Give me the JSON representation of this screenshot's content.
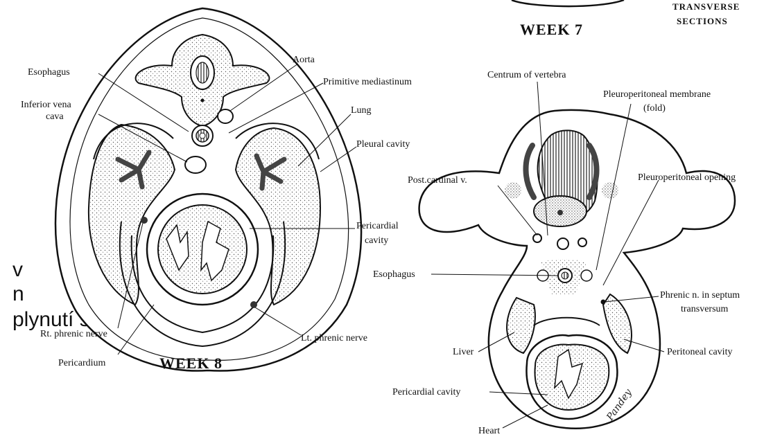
{
  "fragments": {
    "line1": "v",
    "line2": "n",
    "line3": "plynutí s"
  },
  "week7": {
    "title": "WEEK 7",
    "transverse": "TRANSVERSE",
    "sections": "SECTIONS"
  },
  "week8": {
    "title": "WEEK 8",
    "labels": {
      "esophagus": "Esophagus",
      "aorta": "Aorta",
      "ivc_1": "Inferior vena",
      "ivc_2": "cava",
      "primitive_mediastinum": "Primitive mediastinum",
      "lung": "Lung",
      "pleural_cavity": "Pleural cavity",
      "pericardial_cavity_1": "Pericardial",
      "pericardial_cavity_2": "cavity",
      "rt_phrenic": "Rt. phrenic nerve",
      "lt_phrenic": "Lt. phrenic nerve",
      "pericardium": "Pericardium"
    }
  },
  "right": {
    "labels": {
      "centrum": "Centrum of vertebra",
      "pp_membrane_1": "Pleuroperitoneal membrane",
      "pp_membrane_2": "(fold)",
      "post_cardinal": "Post.cardinal v.",
      "pp_opening": "Pleuroperitoneal opening",
      "esophagus": "Esophagus",
      "phrenic_1": "Phrenic n. in septum",
      "phrenic_2": "transversum",
      "liver": "Liver",
      "peritoneal_cavity": "Peritoneal cavity",
      "pericardial_cavity": "Pericardial cavity",
      "heart": "Heart",
      "signature": "Pandey"
    }
  }
}
